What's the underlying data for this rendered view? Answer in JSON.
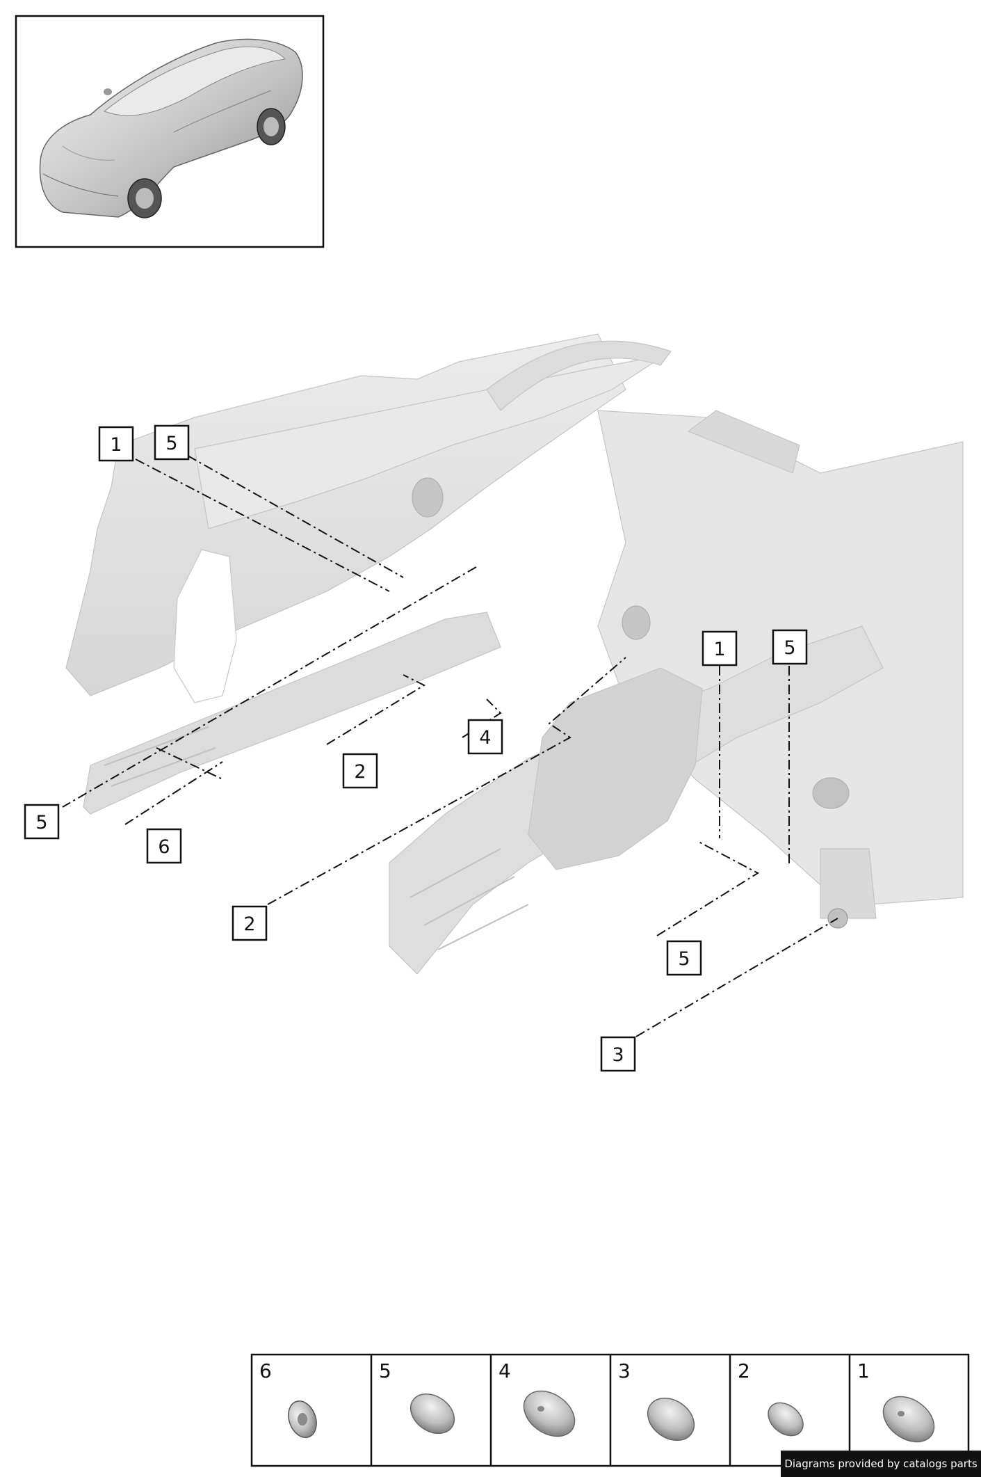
{
  "diagram": {
    "callouts": [
      {
        "id": "c1a",
        "label": "1"
      },
      {
        "id": "c5a",
        "label": "5"
      },
      {
        "id": "c2a",
        "label": "2"
      },
      {
        "id": "c4",
        "label": "4"
      },
      {
        "id": "c5b",
        "label": "5"
      },
      {
        "id": "c6",
        "label": "6"
      },
      {
        "id": "c2b",
        "label": "2"
      },
      {
        "id": "c1b",
        "label": "1"
      },
      {
        "id": "c5c",
        "label": "5"
      },
      {
        "id": "c5d",
        "label": "5"
      },
      {
        "id": "c3",
        "label": "3"
      }
    ],
    "legend": [
      {
        "label": "6",
        "part": "plug-small-grommet-icon"
      },
      {
        "label": "5",
        "part": "plug-oval-icon"
      },
      {
        "label": "4",
        "part": "plug-oval-large-icon"
      },
      {
        "label": "3",
        "part": "plug-oval-icon"
      },
      {
        "label": "2",
        "part": "plug-oval-small-icon"
      },
      {
        "label": "1",
        "part": "plug-oval-large-icon"
      }
    ]
  },
  "credit": "Diagrams provided by catalogs parts",
  "colors": {
    "line": "#111111",
    "body_fill": "#e4e4e4",
    "body_shade": "#cfcfcf",
    "credit_bg": "#111111"
  }
}
